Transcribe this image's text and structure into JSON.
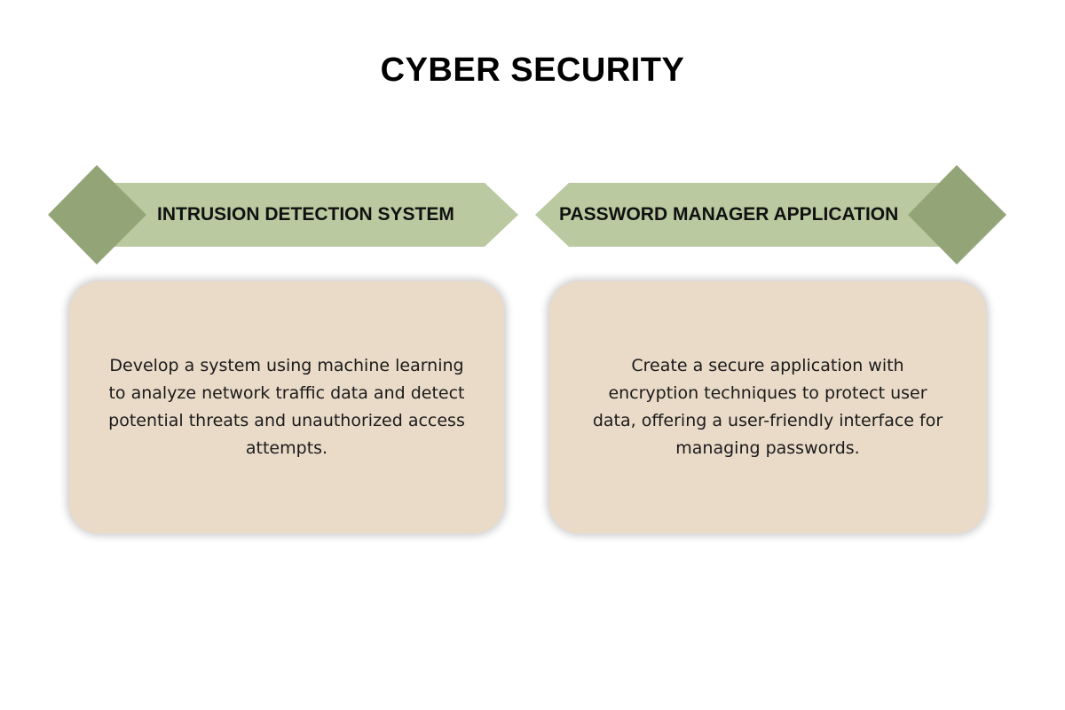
{
  "title": "CYBER SECURITY",
  "colors": {
    "banner_fill": "#bac9a0",
    "diamond_fill": "#93a577",
    "card_fill": "#eadbc9"
  },
  "sections": [
    {
      "heading": "INTRUSION DETECTION SYSTEM",
      "description": "Develop a system using machine learning to analyze network traffic data and detect potential threats and unauthorized access attempts."
    },
    {
      "heading": "PASSWORD MANAGER APPLICATION",
      "description": "Create a secure application with encryption techniques to protect user data, offering a user-friendly interface for managing passwords."
    }
  ]
}
